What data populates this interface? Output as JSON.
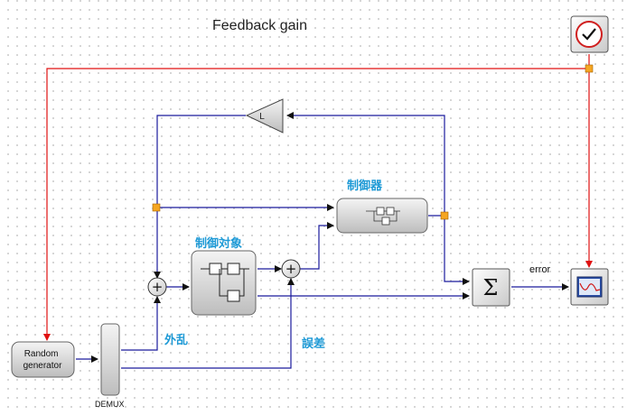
{
  "diagram": {
    "title": "Feedback gain",
    "blocks": {
      "gain": "L",
      "controller": "制御器",
      "plant": "制御対象",
      "random_generator": "Random\ngenerator",
      "demux": "DEMUX",
      "sum_symbol": "Σ",
      "sum_junction": "+"
    },
    "labels": {
      "disturbance": "外乱",
      "error_jp": "誤差",
      "error": "error"
    }
  },
  "colors": {
    "signal_link": "#1a1a9c",
    "event_link": "#e01010",
    "label_blue": "#1e9ad6",
    "split_point": "#f5a623"
  }
}
